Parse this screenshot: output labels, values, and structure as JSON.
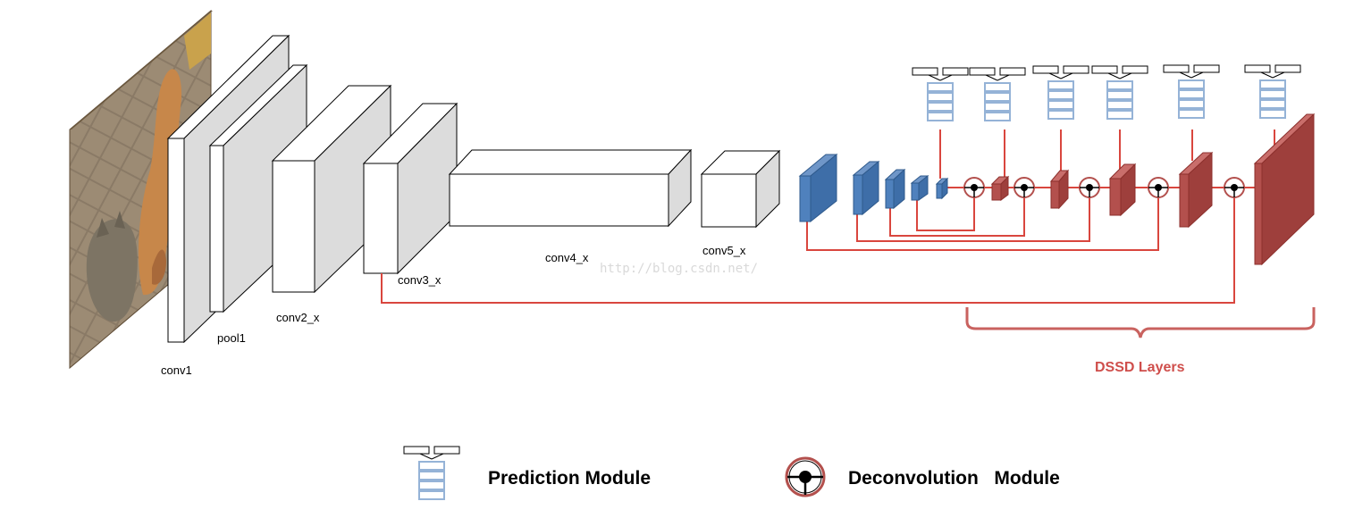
{
  "labels": {
    "conv1": "conv1",
    "pool1": "pool1",
    "conv2": "conv2_x",
    "conv3": "conv3_x",
    "conv4": "conv4_x",
    "conv5": "conv5_x",
    "watermark": "http://blog.csdn.net/",
    "dssd": "DSSD Layers"
  },
  "legend": {
    "prediction": "Prediction Module",
    "deconvolution": "Deconvolution   Module"
  },
  "colors": {
    "blue_block": "#4f81bd",
    "red_block": "#b3504d",
    "connector_red": "#d9463e",
    "dssd_label": "#cf4e4b",
    "prediction_blue": "#95b3d7"
  },
  "icons": {
    "prediction": "prediction-module-icon",
    "deconvolution": "deconvolution-module-icon",
    "input": "input-image-dog-cat"
  }
}
